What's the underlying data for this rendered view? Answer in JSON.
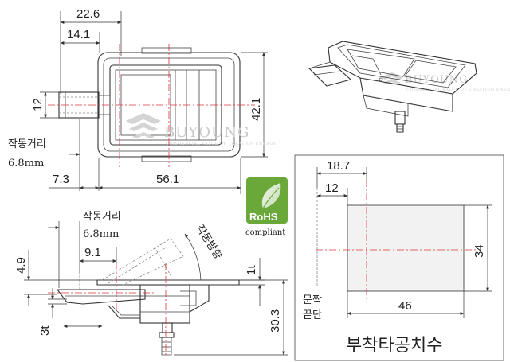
{
  "top_view": {
    "dims": [
      "22.6",
      "14.1",
      "12",
      "42.1",
      "7.3",
      "56.1"
    ],
    "stroke_label": "작동거리",
    "stroke_value": "6.8mm"
  },
  "side_view": {
    "stroke_label": "작동거리",
    "stroke_value": "6.8mm",
    "direction_label": "작동방향",
    "dims": [
      "9.1",
      "4.9",
      "1t",
      "3t",
      "30.3"
    ]
  },
  "watermark": {
    "brand": "BUYOUNG",
    "tagline": "COMMERCIAL VALUE OF CREATION ENERGY"
  },
  "rohs": {
    "badge": "RoHS",
    "sub": "compliant",
    "color": "#6aa83a"
  },
  "cutout": {
    "dims": [
      "18.7",
      "12",
      "34",
      "46"
    ],
    "door_label_1": "문짝",
    "door_label_2": "끝단",
    "title": "부착타공치수"
  },
  "colors": {
    "center_line": "#e0323a",
    "line": "#333333"
  }
}
